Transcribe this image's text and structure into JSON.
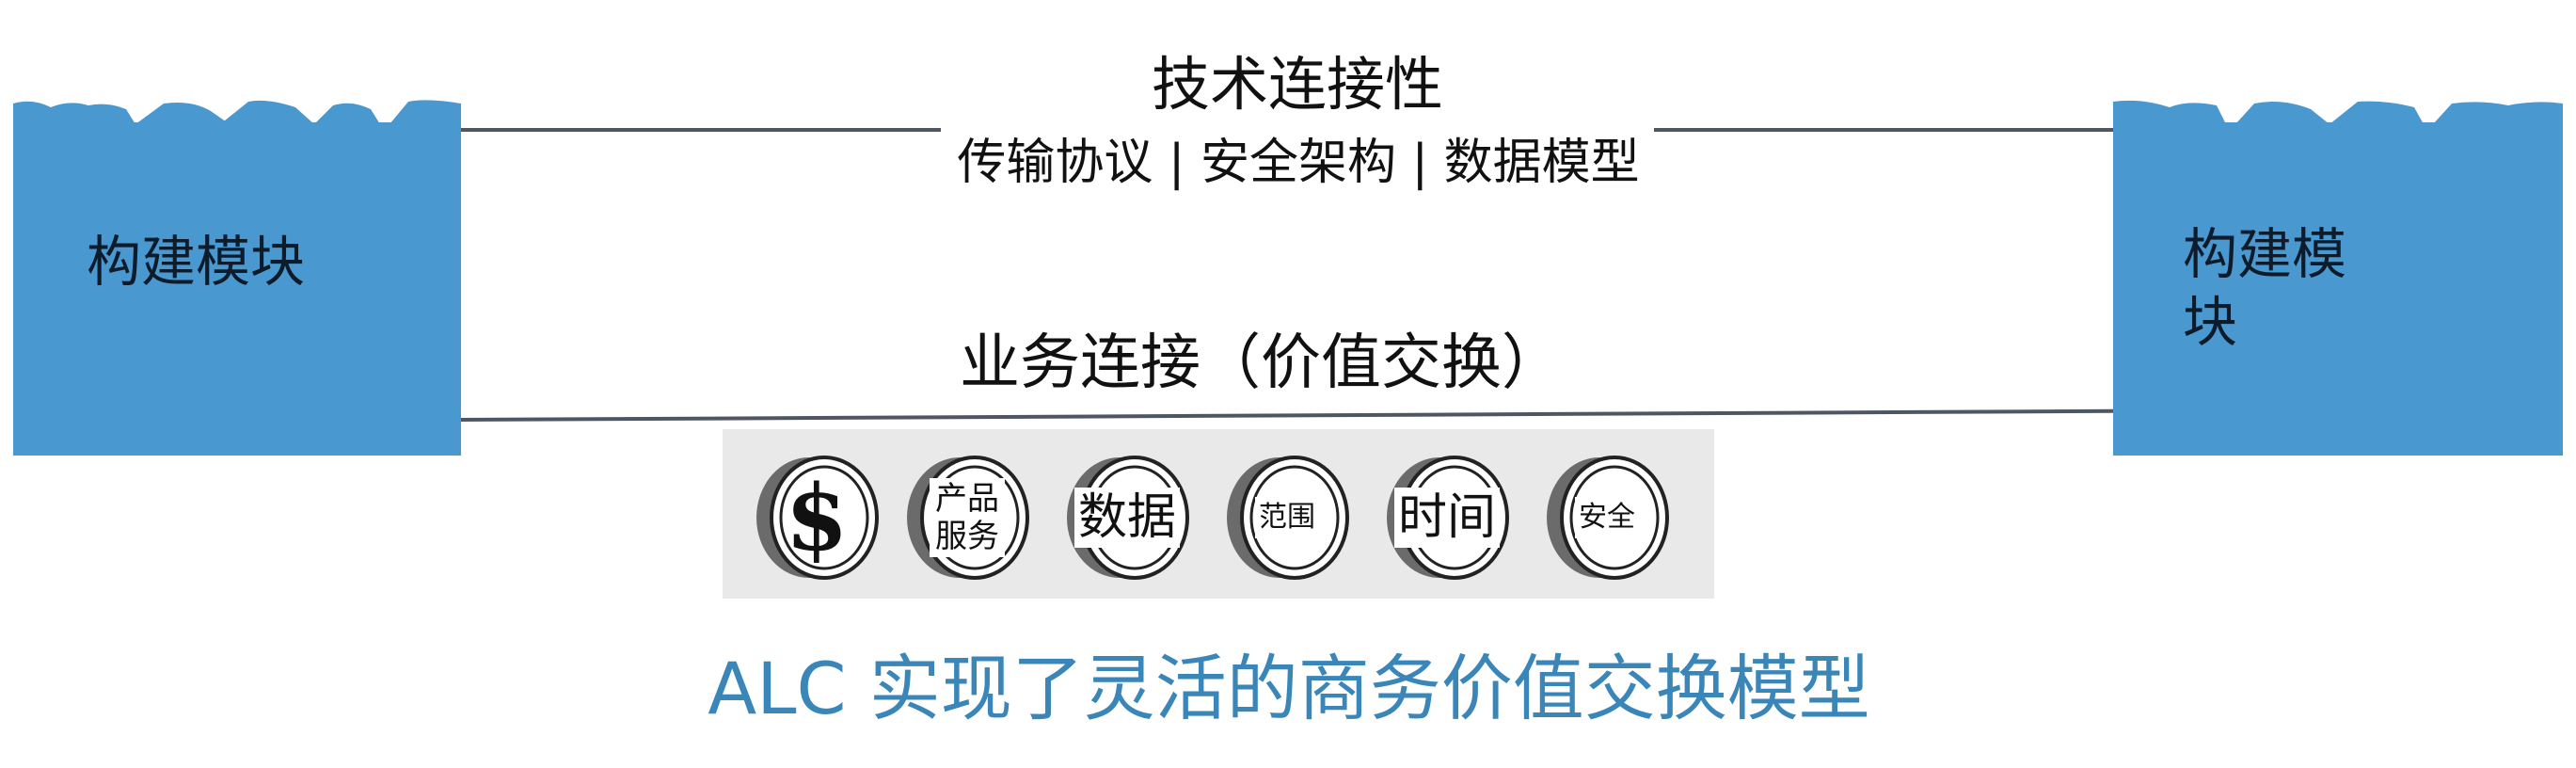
{
  "blocks": {
    "left_label": "构建模块",
    "right_label": "构建模块"
  },
  "technical": {
    "title": "技术连接性",
    "subtitle": "传输协议 | 安全架构 | 数据模型"
  },
  "business": {
    "title": "业务连接（价值交换）"
  },
  "coins": [
    {
      "label": "$"
    },
    {
      "label": "产品服务"
    },
    {
      "label": "数据"
    },
    {
      "label": "范围"
    },
    {
      "label": "时间"
    },
    {
      "label": "安全"
    }
  ],
  "caption": "ALC 实现了灵活的商务价值交换模型",
  "colors": {
    "block_blue": "#4a98d0",
    "caption_blue": "#3a86b8",
    "rope": "#4d5662"
  }
}
